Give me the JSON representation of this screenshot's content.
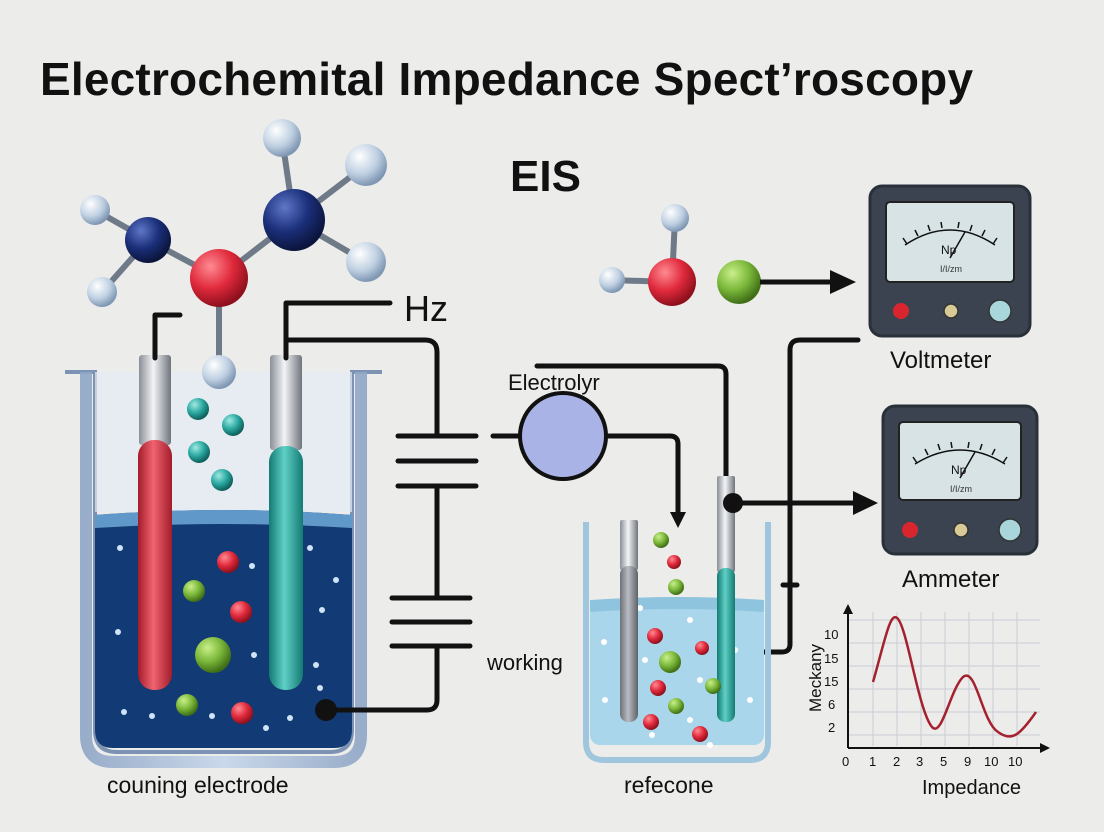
{
  "title": "Electrochemital Impedance Spect’roscopy",
  "subtitle": "EIS",
  "labels": {
    "hz": "Hz",
    "electrolyte": "Electrolyr",
    "working": "working",
    "counter_electrode": "couning electrode",
    "reference": "refecone",
    "voltmeter": "Voltmeter",
    "ammeter": "Ammeter"
  },
  "meters": {
    "voltmeter_face": "Np",
    "voltmeter_sub": "I/I/zm",
    "ammeter_face": "Np",
    "ammeter_sub": "I/I/zm"
  },
  "plot": {
    "y_label": "Meckany",
    "x_label": "Impedance",
    "y_ticks": [
      "10",
      "15",
      "15",
      "6",
      "2"
    ],
    "x_ticks": [
      "0",
      "1",
      "2",
      "3",
      "5",
      "9",
      "10",
      "10"
    ]
  },
  "colors": {
    "background": "#ececea",
    "electrolyte_dark": "#123a74",
    "electrolyte_light": "#a9d6ea",
    "red_electrode": "#d63a47",
    "teal_electrode": "#2ea79b",
    "atom_red": "#e02a3c",
    "atom_blue": "#1b2f7a",
    "atom_green": "#7bb83a",
    "meter_body": "#3b4350",
    "curve": "#a4212e"
  }
}
